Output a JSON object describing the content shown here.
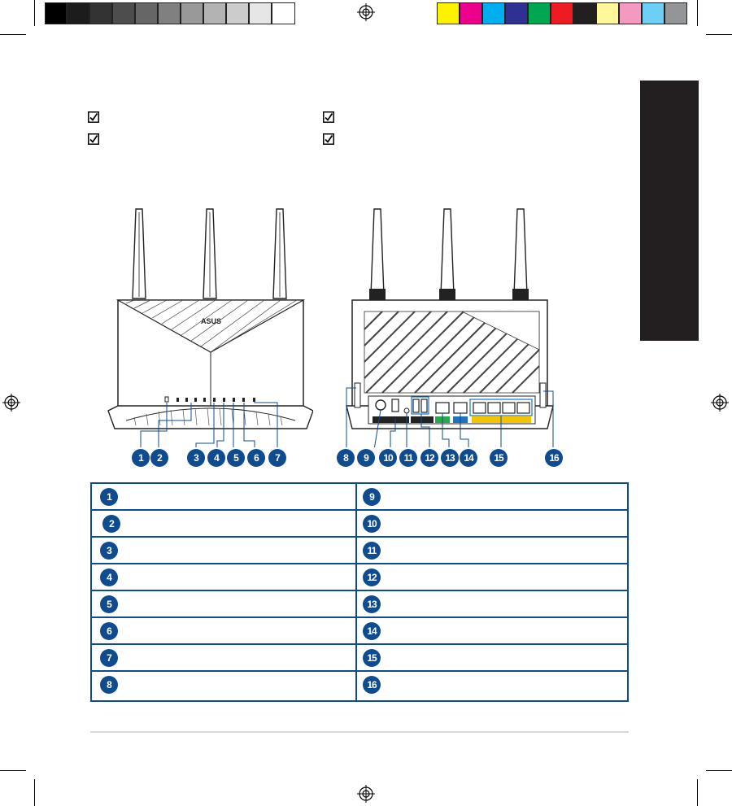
{
  "legend": {
    "left_numbers": [
      "1",
      "2",
      "3",
      "4",
      "5",
      "6",
      "7",
      "8"
    ],
    "right_numbers": [
      "9",
      "10",
      "11",
      "12",
      "13",
      "14",
      "15",
      "16"
    ]
  },
  "callouts": [
    "1",
    "2",
    "3",
    "4",
    "5",
    "6",
    "7",
    "8",
    "9",
    "10",
    "11",
    "12",
    "13",
    "14",
    "15",
    "16"
  ],
  "brand": {
    "logo_text": "ASUS"
  },
  "colors": {
    "accent_blue": "#0f4b8f",
    "side_tab": "#231f20",
    "lan_yellow": "#f4c400",
    "wan_green": "#2aa84a",
    "port_blue": "#1e73be"
  }
}
